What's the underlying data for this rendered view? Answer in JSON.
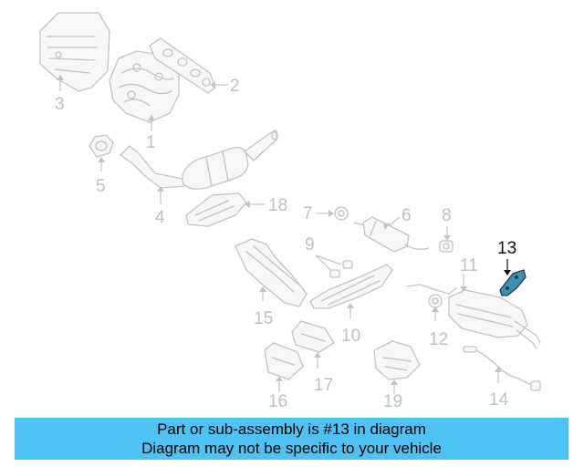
{
  "callouts": {
    "c1": "1",
    "c2": "2",
    "c3": "3",
    "c4": "4",
    "c5": "5",
    "c6": "6",
    "c7": "7",
    "c8": "8",
    "c9": "9",
    "c10": "10",
    "c11": "11",
    "c12": "12",
    "c13": "13",
    "c14": "14",
    "c15": "15",
    "c16": "16",
    "c17": "17",
    "c18": "18",
    "c19": "19"
  },
  "highlight": {
    "part": "13",
    "color": "#3d8fb2"
  },
  "caption": {
    "line1": "Part or sub-assembly is #13 in diagram",
    "line2": "Diagram may not be specific to your vehicle",
    "background": "#4ec3f3"
  }
}
